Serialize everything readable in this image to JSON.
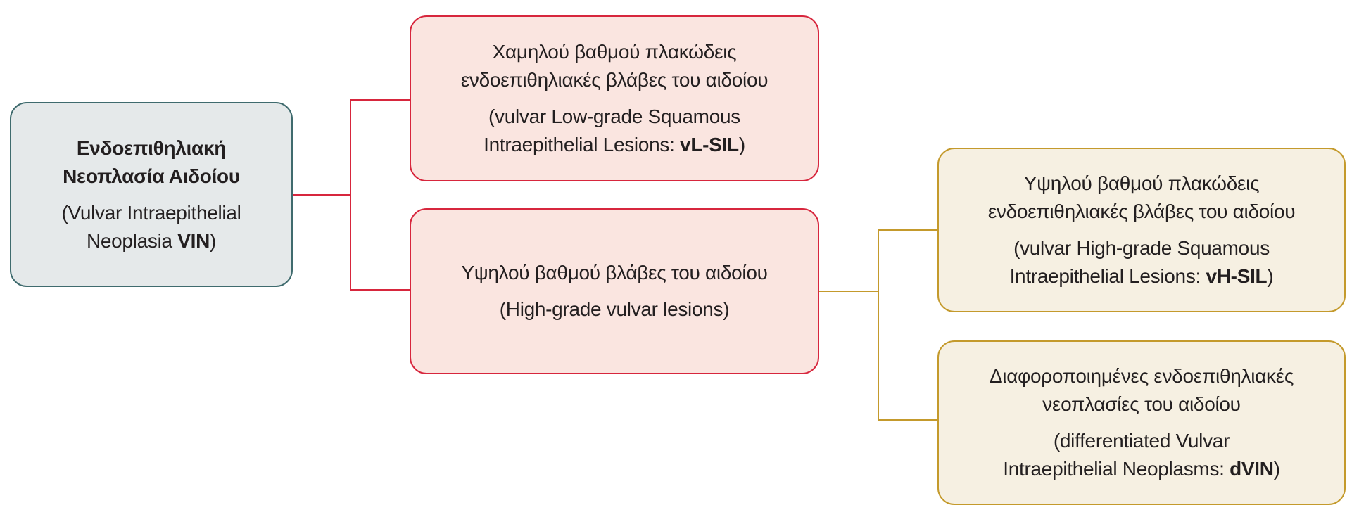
{
  "diagram": {
    "type": "tree",
    "colors": {
      "root_fill": "#e5e9ea",
      "root_border": "#3f6b6e",
      "level1_fill": "#fae5e0",
      "level1_border": "#d7263d",
      "level2_fill": "#f6f0e2",
      "level2_border": "#c49a2c"
    },
    "root": {
      "title_line1": "Ενδοεπιθηλιακή",
      "title_line2": "Νεοπλασία Αιδοίου",
      "sub_line1": "(Vulvar Intraepithelial",
      "sub_line2_prefix": "Neoplasia ",
      "sub_line2_bold": "VIN",
      "sub_line2_suffix": ")"
    },
    "low_grade": {
      "greek_line1": "Χαμηλού βαθμού πλακώδεις",
      "greek_line2": "ενδοεπιθηλιακές βλάβες του αιδοίου",
      "eng_line1": "(vulvar Low-grade Squamous",
      "eng_line2_prefix": "Intraepithelial Lesions: ",
      "eng_line2_bold": "vL-SIL",
      "eng_line2_suffix": ")"
    },
    "high_grade": {
      "greek_line1": "Υψηλού βαθμού βλάβες του αιδοίου",
      "eng_line1": "(High-grade vulvar lesions)"
    },
    "hsil": {
      "greek_line1": "Υψηλού βαθμού πλακώδεις",
      "greek_line2": "ενδοεπιθηλιακές βλάβες του αιδοίου",
      "eng_line1": "(vulvar High-grade Squamous",
      "eng_line2_prefix": "Intraepithelial Lesions: ",
      "eng_line2_bold": "vH-SIL",
      "eng_line2_suffix": ")"
    },
    "dvin": {
      "greek_line1": "Διαφοροποιημένες ενδοεπιθηλιακές",
      "greek_line2": "νεοπλασίες του αιδοίου",
      "eng_line1": "(differentiated Vulvar",
      "eng_line2_prefix": "Intraepithelial Neoplasms: ",
      "eng_line2_bold": "dVIN",
      "eng_line2_suffix": ")"
    }
  }
}
